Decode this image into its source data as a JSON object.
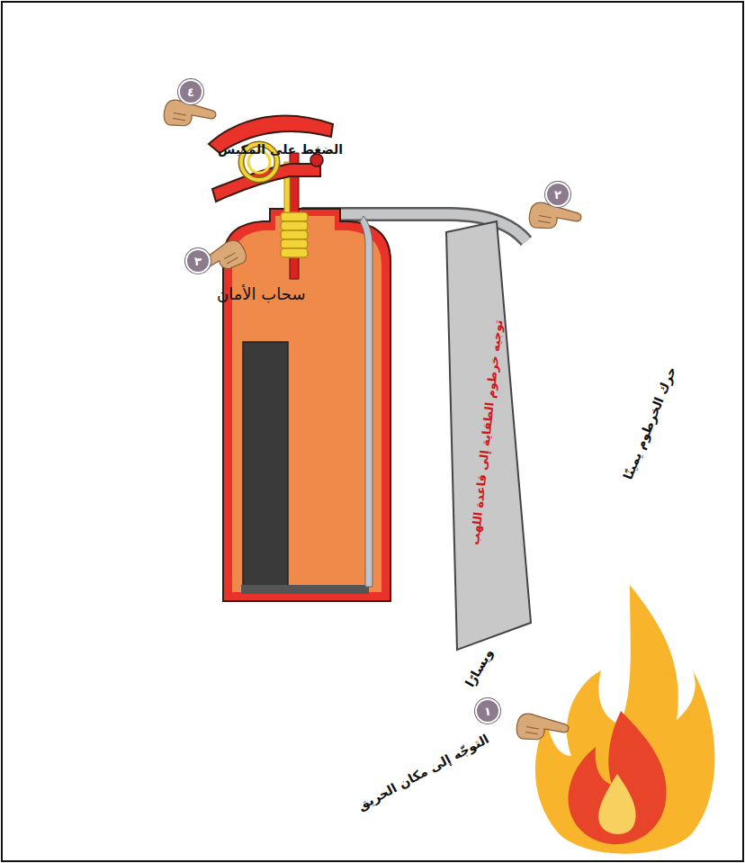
{
  "diagram": {
    "nodes": [
      {
        "text": [
          "٤"
        ]
      },
      {
        "text": [
          "٢"
        ]
      },
      {
        "text": [
          "٣"
        ]
      },
      {
        "text": [
          "١"
        ]
      }
    ],
    "labels": [
      "الضغط على المكبس",
      "سحاب الأمان",
      "توجيه خرطوم الطفاية إلى قاعدة اللهب",
      "حرك الخرطوم يمينًا",
      "ويسارًا",
      "التوجّه إلى مكان الحريق"
    ]
  }
}
